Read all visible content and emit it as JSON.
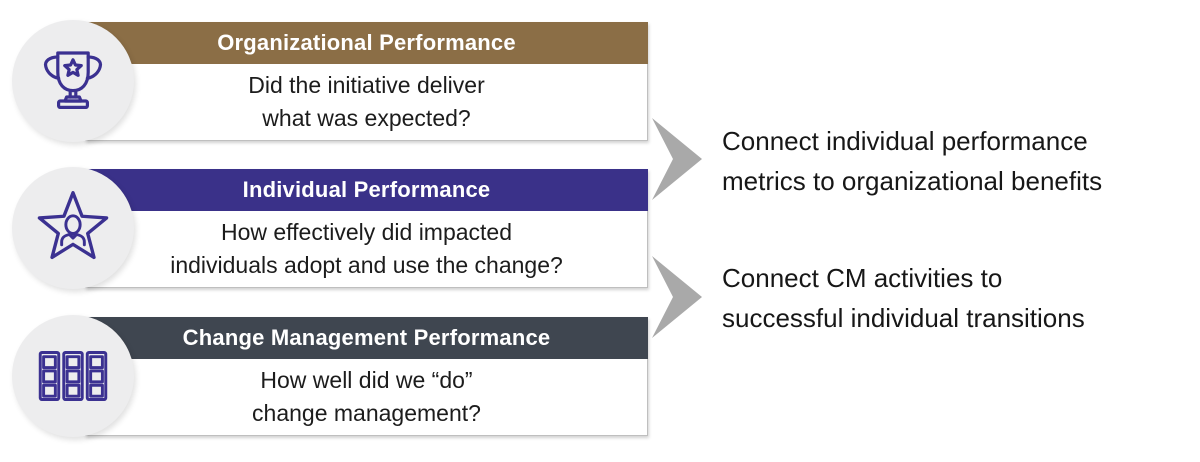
{
  "colors": {
    "org_header_bg": "#8B6E46",
    "individual_header_bg": "#3A3189",
    "cm_header_bg": "#3F4650",
    "icon_stroke": "#3B3191",
    "icon_circle_bg": "#EDEDEE",
    "arrow_fill": "#A9A9A9",
    "header_text": "#FFFFFF",
    "body_text": "#1C1C1C",
    "card_border": "#BFBFBF"
  },
  "cards": [
    {
      "id": "organizational-performance",
      "title": "Organizational Performance",
      "line1": "Did the initiative deliver",
      "line2": "what was expected?",
      "icon": "trophy-icon",
      "header_color": "#8B6E46"
    },
    {
      "id": "individual-performance",
      "title": "Individual Performance",
      "line1": "How effectively did impacted",
      "line2": "individuals adopt and use the change?",
      "icon": "star-person-icon",
      "header_color": "#3A3189"
    },
    {
      "id": "change-management-performance",
      "title": "Change Management Performance",
      "line1": "How well did we “do”",
      "line2": "change management?",
      "icon": "scorecard-panels-icon",
      "header_color": "#3F4650"
    }
  ],
  "connections": [
    {
      "line1": "Connect individual performance",
      "line2": "metrics to organizational benefits"
    },
    {
      "line1": "Connect CM activities to",
      "line2": "successful individual transitions"
    }
  ]
}
